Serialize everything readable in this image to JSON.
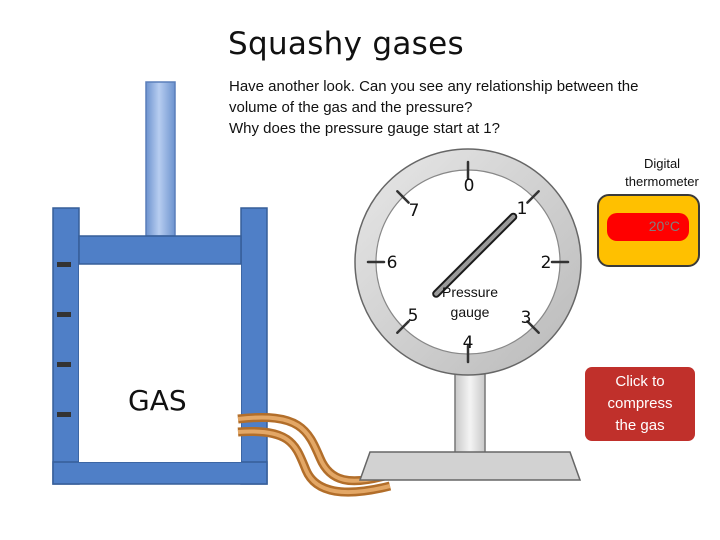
{
  "title": "Squashy gases",
  "intro": {
    "line1": "Have another look. Can you see any relationship between the",
    "line2": "volume of the gas and the pressure?",
    "line3": "Why does the pressure gauge start at 1?"
  },
  "gauge": {
    "label_line1": "Pressure",
    "label_line2": "gauge",
    "ticks": {
      "t0": "0",
      "t1": "1",
      "t2": "2",
      "t3": "3",
      "t4": "4",
      "t5": "5",
      "t6": "6",
      "t7": "7"
    },
    "reading": 1
  },
  "cylinder": {
    "gas_label": "GAS"
  },
  "thermometer": {
    "label_line1": "Digital",
    "label_line2": "thermometer",
    "reading": "20°C"
  },
  "compress_button": {
    "line1": "Click to",
    "line2": "compress",
    "line3": "the gas"
  },
  "colors": {
    "cylinder": "#4f7fc7",
    "cylinder_outline": "#375f99",
    "piston_rod": "#8aaee0",
    "thermometer_panel": "#ffc000",
    "thermometer_screen": "#ff0000",
    "button": "#c0302b",
    "tube": "#c8843a"
  }
}
